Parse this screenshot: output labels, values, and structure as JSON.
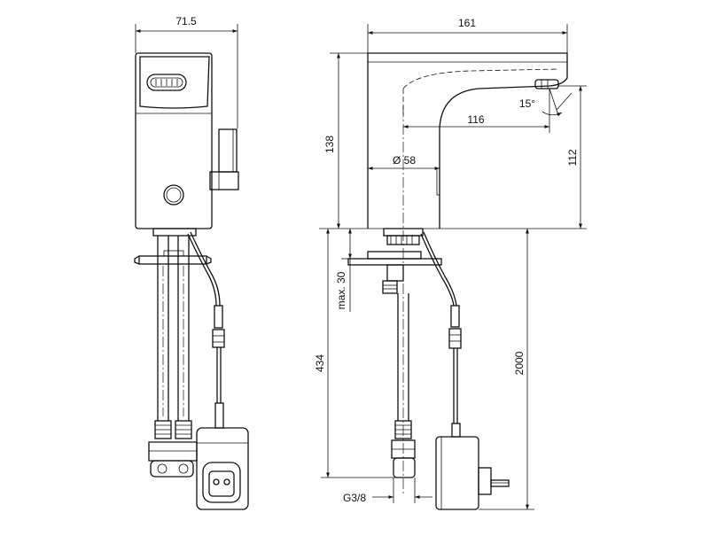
{
  "dimensions": {
    "front_width": "71.5",
    "side_length": "161",
    "height": "138",
    "reach": "116",
    "angle": "15°",
    "outlet_height": "112",
    "diameter": "Ø 58",
    "max_thickness": "max. 30",
    "hose_length": "434",
    "cable_length": "2000",
    "thread": "G3/8"
  }
}
